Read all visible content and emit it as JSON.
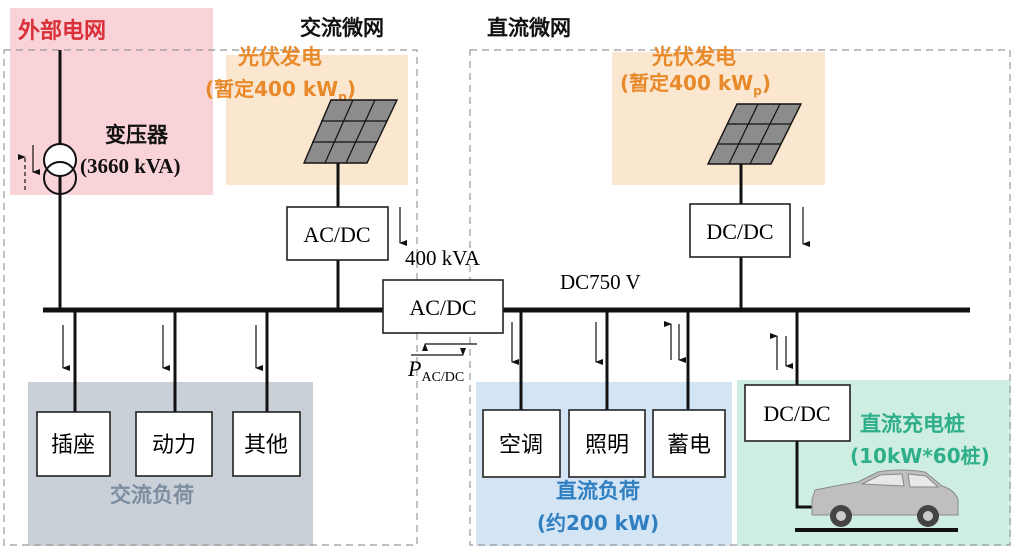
{
  "colors": {
    "external_grid": "#d9303a",
    "pv": "#e8892a",
    "ac_load": "#7d8ea0",
    "dc_load": "#2f7fc1",
    "charging": "#2fae8a"
  },
  "external_grid": {
    "label": "外部电网"
  },
  "ac_microgrid": {
    "title": "交流微网"
  },
  "dc_microgrid": {
    "title": "直流微网"
  },
  "transformer": {
    "label": "变压器",
    "rating": "(3660 kVA)"
  },
  "pv_ac": {
    "label": "光伏发电",
    "rating_prefix": "(暂定400 kW",
    "rating_sub": "p",
    "rating_suffix": ")",
    "converter": "AC/DC"
  },
  "pv_dc": {
    "label": "光伏发电",
    "rating_prefix": "(暂定400 kW",
    "rating_sub": "p",
    "rating_suffix": ")",
    "converter": "DC/DC"
  },
  "interlink": {
    "rating": "400 kVA",
    "converter": "AC/DC",
    "power_symbol": "P",
    "power_sub": "AC/DC"
  },
  "dc_bus": {
    "label": "DC750 V"
  },
  "ac_loads": {
    "items": [
      "插座",
      "动力",
      "其他"
    ],
    "label": "交流负荷"
  },
  "dc_loads": {
    "items": [
      "空调",
      "照明",
      "蓄电"
    ],
    "label": "直流负荷",
    "rating": "(约200 kW)"
  },
  "charging": {
    "converter": "DC/DC",
    "label": "直流充电桩",
    "rating": "(10kW*60桩)"
  },
  "icons": [
    "transformer-icon",
    "solar-panel-icon",
    "car-icon"
  ]
}
